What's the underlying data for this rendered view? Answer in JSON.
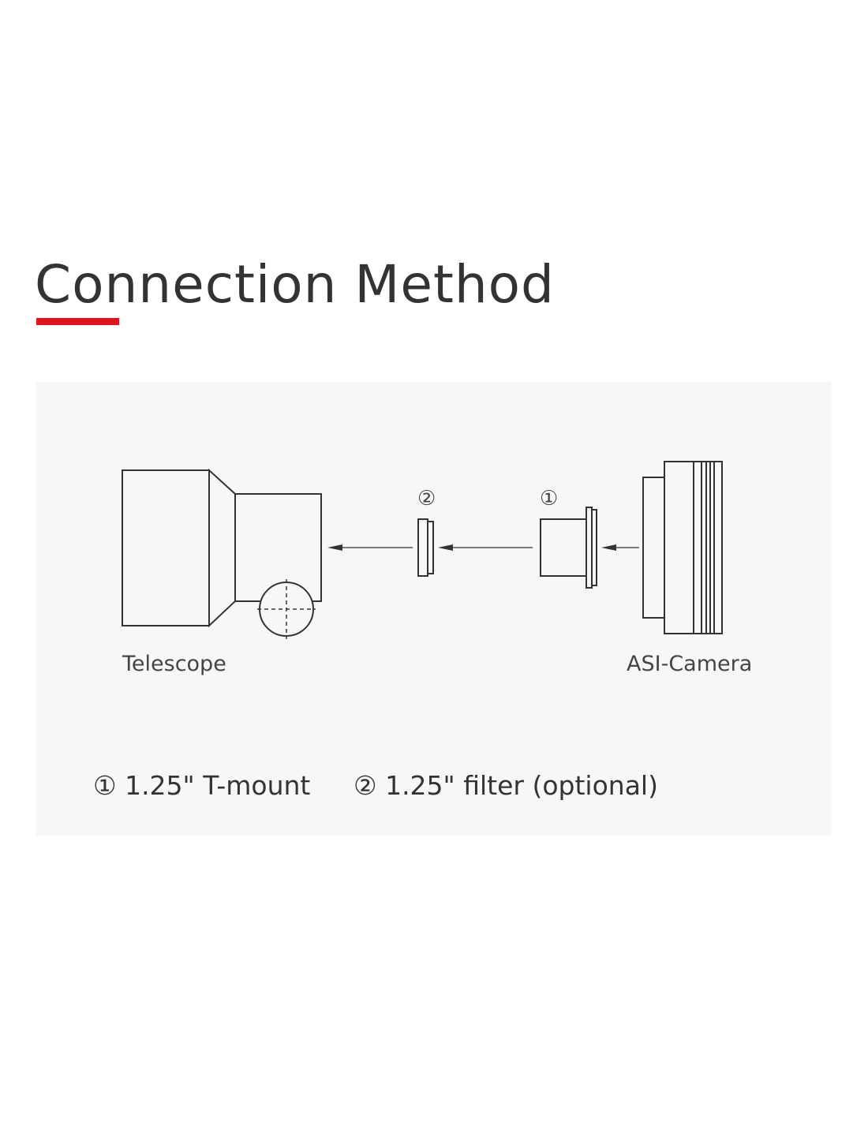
{
  "title": "Connection Method",
  "accent_color": "#e0141e",
  "diagram": {
    "telescope_label": "Telescope",
    "camera_label": "ASI-Camera",
    "marker_1": "①",
    "marker_2": "②"
  },
  "legend": [
    {
      "text": "① 1.25\" T-mount"
    },
    {
      "text": "② 1.25\" filter (optional)"
    }
  ]
}
